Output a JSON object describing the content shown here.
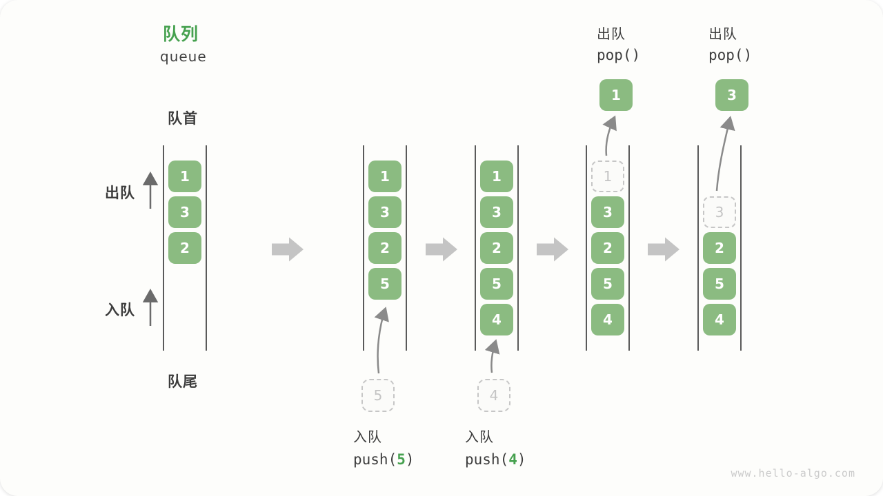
{
  "header": {
    "title": "队列",
    "subtitle": "queue"
  },
  "labels": {
    "front": "队首",
    "rear": "队尾",
    "side_dequeue": "出队",
    "side_enqueue": "入队"
  },
  "watermark": "www.hello-algo.com",
  "colors": {
    "accent_green": "#46A14F",
    "box_green": "#8BBB81",
    "box_text": "#FFFFFF",
    "text_dark": "#3C3C3C",
    "dashed_border": "#C6C6C6",
    "dashed_text": "#C4C4C4",
    "block_arrow": "#C4C4C4",
    "thin_arrow": "#8A8A8A",
    "side_arrow": "#6B6B6B",
    "column_line": "#5A5A5A",
    "watermark_gray": "#CBCBCB"
  },
  "states": [
    {
      "name": "initial",
      "slots": [
        {
          "row": 0,
          "value": "1",
          "variant": "solid"
        },
        {
          "row": 1,
          "value": "3",
          "variant": "solid"
        },
        {
          "row": 2,
          "value": "2",
          "variant": "solid"
        }
      ]
    },
    {
      "name": "push-5",
      "slots": [
        {
          "row": 0,
          "value": "1",
          "variant": "solid"
        },
        {
          "row": 1,
          "value": "3",
          "variant": "solid"
        },
        {
          "row": 2,
          "value": "2",
          "variant": "solid"
        },
        {
          "row": 3,
          "value": "5",
          "variant": "solid"
        }
      ],
      "staged": {
        "value": "5"
      },
      "annotation": {
        "position": "bottom",
        "action": "入队",
        "code_prefix": "push(",
        "code_arg": "5",
        "code_suffix": ")"
      }
    },
    {
      "name": "push-4",
      "slots": [
        {
          "row": 0,
          "value": "1",
          "variant": "solid"
        },
        {
          "row": 1,
          "value": "3",
          "variant": "solid"
        },
        {
          "row": 2,
          "value": "2",
          "variant": "solid"
        },
        {
          "row": 3,
          "value": "5",
          "variant": "solid"
        },
        {
          "row": 4,
          "value": "4",
          "variant": "solid"
        }
      ],
      "staged": {
        "value": "4"
      },
      "annotation": {
        "position": "bottom",
        "action": "入队",
        "code_prefix": "push(",
        "code_arg": "4",
        "code_suffix": ")"
      }
    },
    {
      "name": "pop-1",
      "slots": [
        {
          "row": 0,
          "value": "1",
          "variant": "dashed"
        },
        {
          "row": 1,
          "value": "3",
          "variant": "solid"
        },
        {
          "row": 2,
          "value": "2",
          "variant": "solid"
        },
        {
          "row": 3,
          "value": "5",
          "variant": "solid"
        },
        {
          "row": 4,
          "value": "4",
          "variant": "solid"
        }
      ],
      "popped": {
        "value": "1"
      },
      "annotation": {
        "position": "top",
        "action": "出队",
        "code_prefix": "pop(",
        "code_arg": "",
        "code_suffix": ")"
      }
    },
    {
      "name": "pop-3",
      "slots": [
        {
          "row": 1,
          "value": "3",
          "variant": "dashed"
        },
        {
          "row": 2,
          "value": "2",
          "variant": "solid"
        },
        {
          "row": 3,
          "value": "5",
          "variant": "solid"
        },
        {
          "row": 4,
          "value": "4",
          "variant": "solid"
        }
      ],
      "popped": {
        "value": "3"
      },
      "annotation": {
        "position": "top",
        "action": "出队",
        "code_prefix": "pop(",
        "code_arg": "",
        "code_suffix": ")"
      }
    }
  ]
}
